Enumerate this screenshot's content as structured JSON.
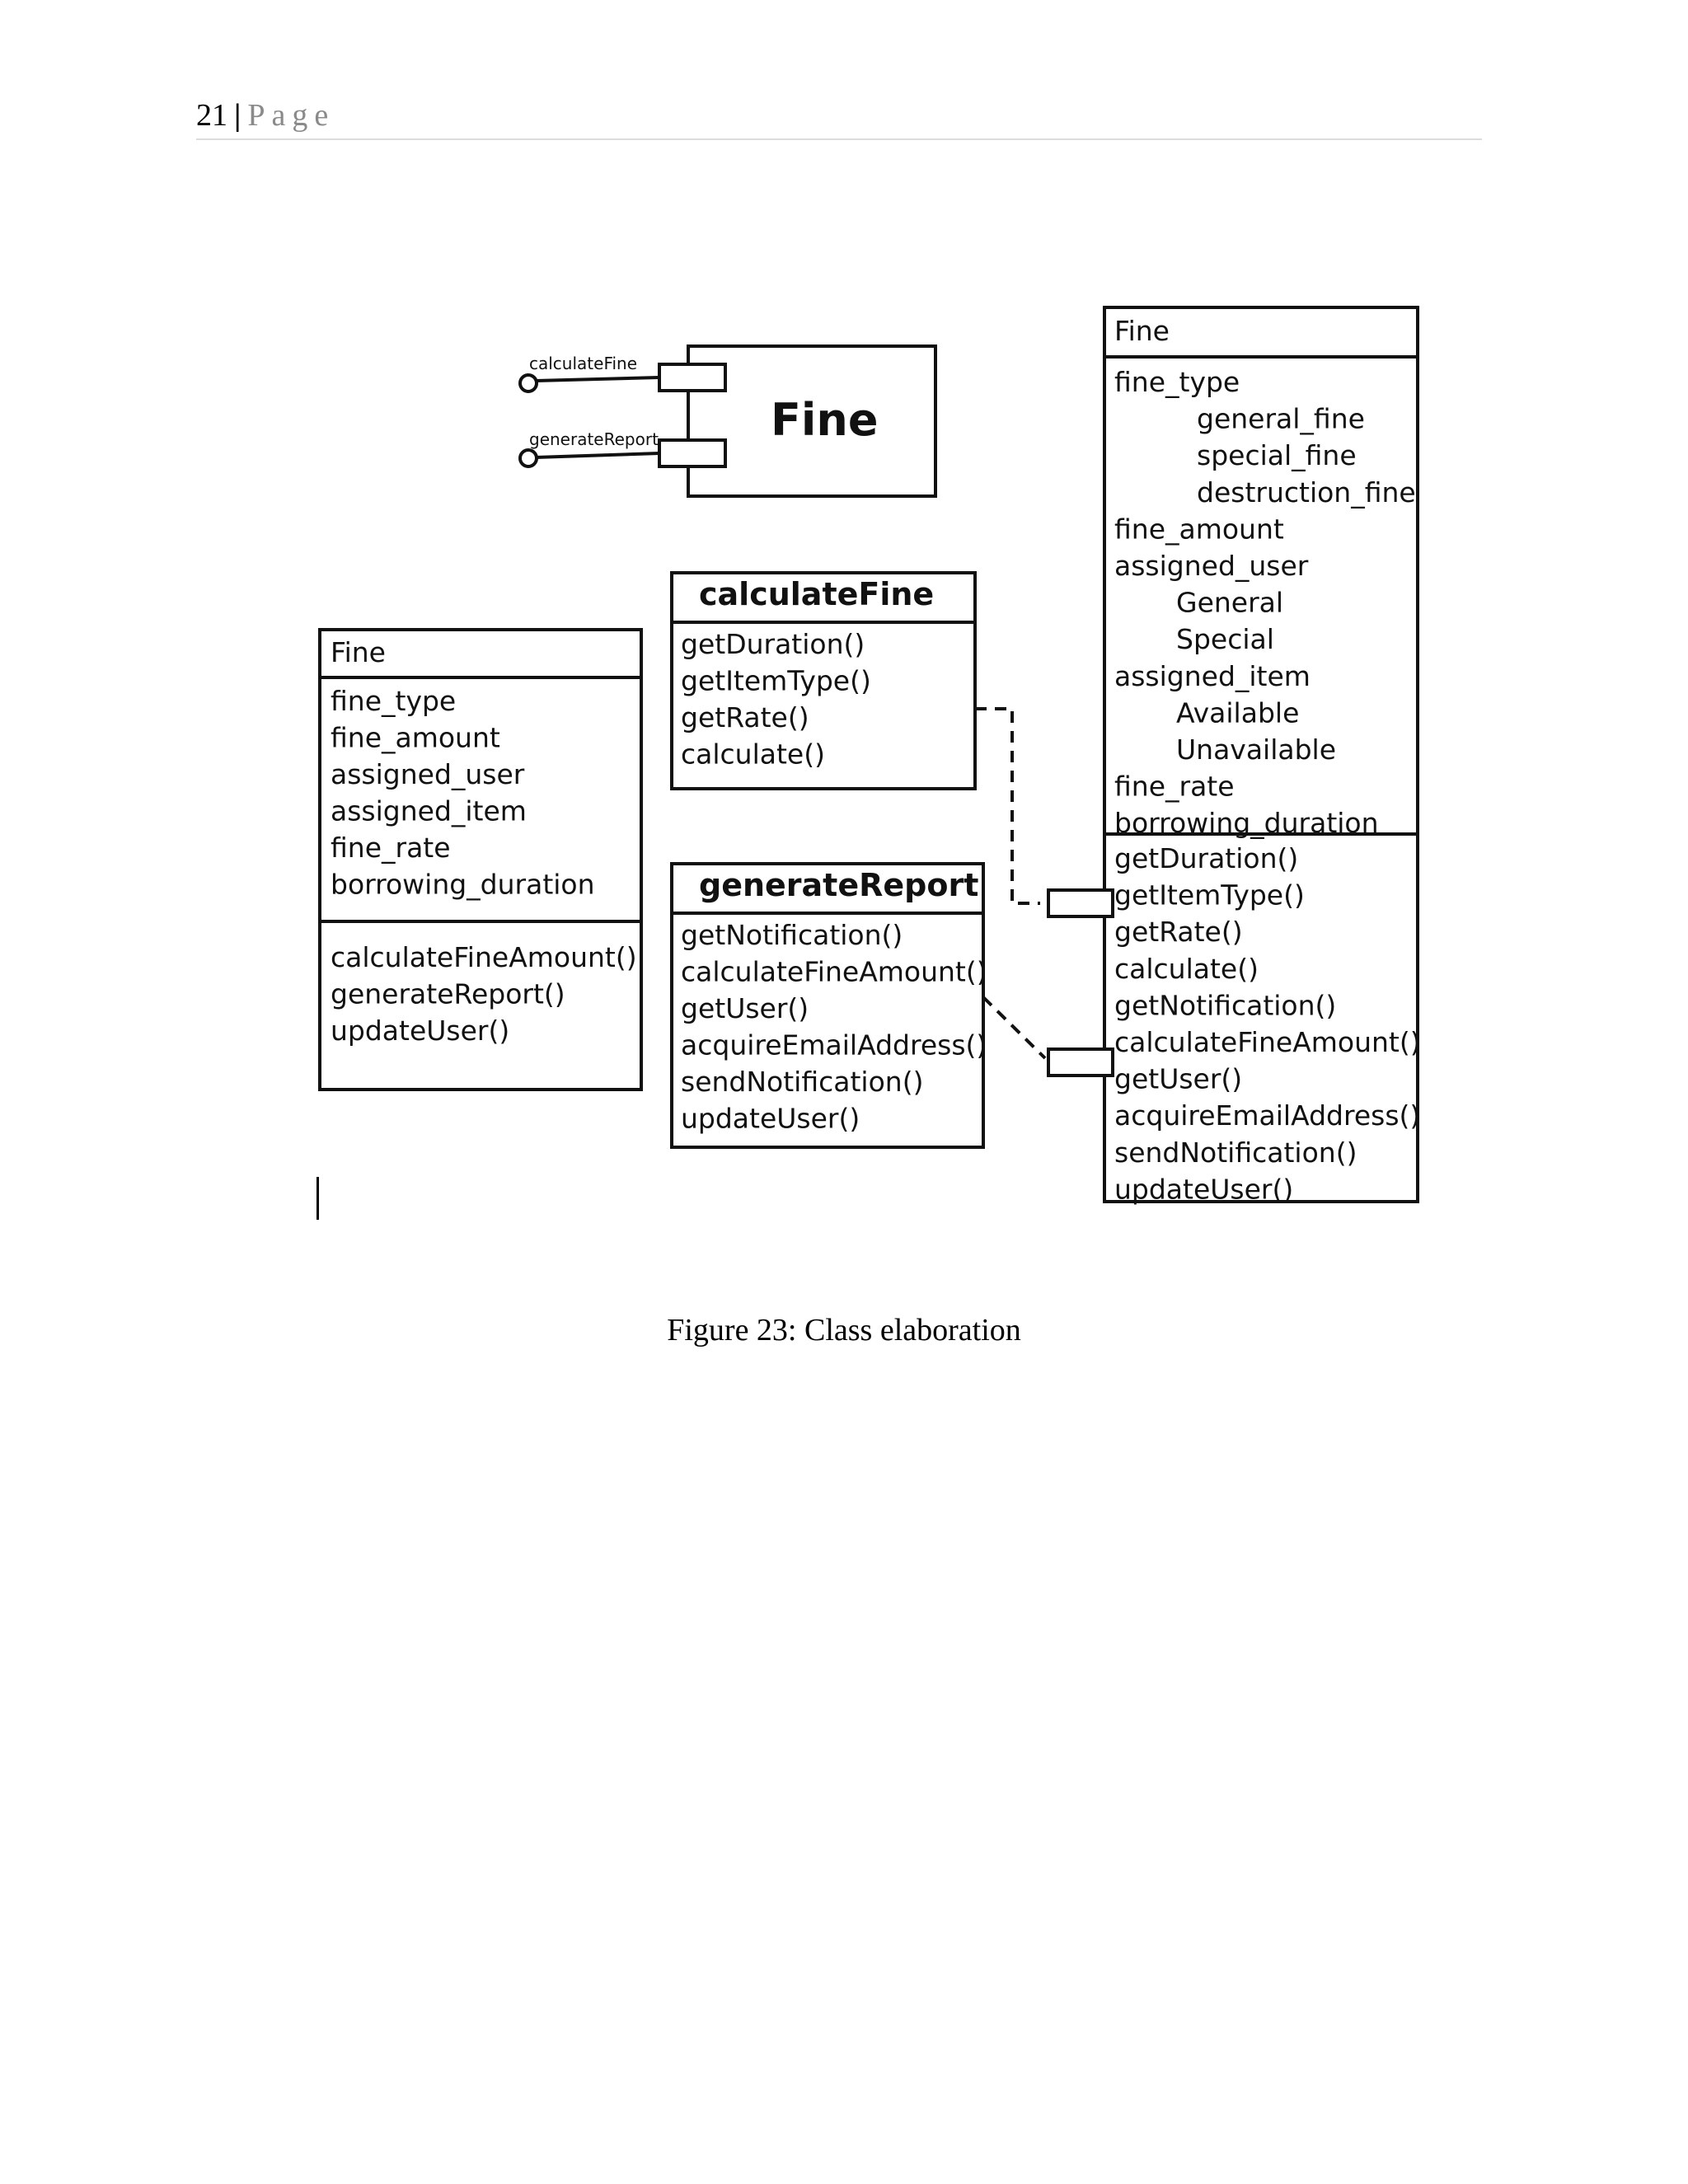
{
  "header": {
    "page_number": "21",
    "separator": "|",
    "page_word": "Page"
  },
  "component": {
    "name": "Fine",
    "ports": [
      "calculateFine",
      "generateReport"
    ]
  },
  "class_left": {
    "name": "Fine",
    "attributes": [
      "fine_type",
      "fine_amount",
      "assigned_user",
      "assigned_item",
      "fine_rate",
      "borrowing_duration"
    ],
    "methods": [
      "calculateFineAmount()",
      "generateReport()",
      "updateUser()"
    ]
  },
  "interface_calculate": {
    "name": "calculateFine",
    "methods": [
      "getDuration()",
      "getItemType()",
      "getRate()",
      "calculate()"
    ]
  },
  "interface_report": {
    "name": "generateReport",
    "methods": [
      "getNotification()",
      "calculateFineAmount()",
      "getUser()",
      "acquireEmailAddress()",
      "sendNotification()",
      "updateUser()"
    ]
  },
  "class_right": {
    "name": "Fine",
    "attributes": [
      {
        "text": "fine_type",
        "indent": 0
      },
      {
        "text": "general_fine",
        "indent": 2
      },
      {
        "text": "special_fine",
        "indent": 2
      },
      {
        "text": "destruction_fine",
        "indent": 2
      },
      {
        "text": "fine_amount",
        "indent": 0
      },
      {
        "text": "assigned_user",
        "indent": 0
      },
      {
        "text": "General",
        "indent": 1
      },
      {
        "text": "Special",
        "indent": 1
      },
      {
        "text": "assigned_item",
        "indent": 0
      },
      {
        "text": "Available",
        "indent": 1
      },
      {
        "text": "Unavailable",
        "indent": 1
      },
      {
        "text": "fine_rate",
        "indent": 0
      },
      {
        "text": "borrowing_duration",
        "indent": 0
      }
    ],
    "methods": [
      "getDuration()",
      "getItemType()",
      "getRate()",
      "calculate()",
      "getNotification()",
      "calculateFineAmount()",
      "getUser()",
      "acquireEmailAddress()",
      "sendNotification()",
      "updateUser()"
    ]
  },
  "caption": "Figure 23: Class elaboration"
}
